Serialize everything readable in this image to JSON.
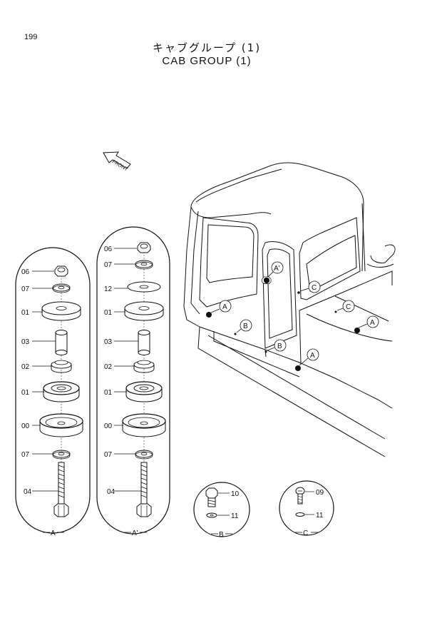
{
  "header": {
    "page_number": "199",
    "title_jp": "キャブグループ (1)",
    "title_en": "CAB GROUP  (1)"
  },
  "front_arrow": {
    "label": "FRONT"
  },
  "detail_a": {
    "view_label": "A",
    "parts": [
      "06",
      "07",
      "01",
      "03",
      "02",
      "01",
      "00",
      "07",
      "04"
    ]
  },
  "detail_a_prime": {
    "view_label": "A'",
    "parts": [
      "06",
      "07",
      "12",
      "01",
      "03",
      "02",
      "01",
      "00",
      "07",
      "04"
    ]
  },
  "detail_b": {
    "view_label": "B",
    "parts": [
      "10",
      "11"
    ]
  },
  "detail_c": {
    "view_label": "C",
    "parts": [
      "09",
      "11"
    ]
  },
  "callouts": [
    "A'",
    "C",
    "A",
    "B",
    "C",
    "B",
    "A",
    "A"
  ]
}
